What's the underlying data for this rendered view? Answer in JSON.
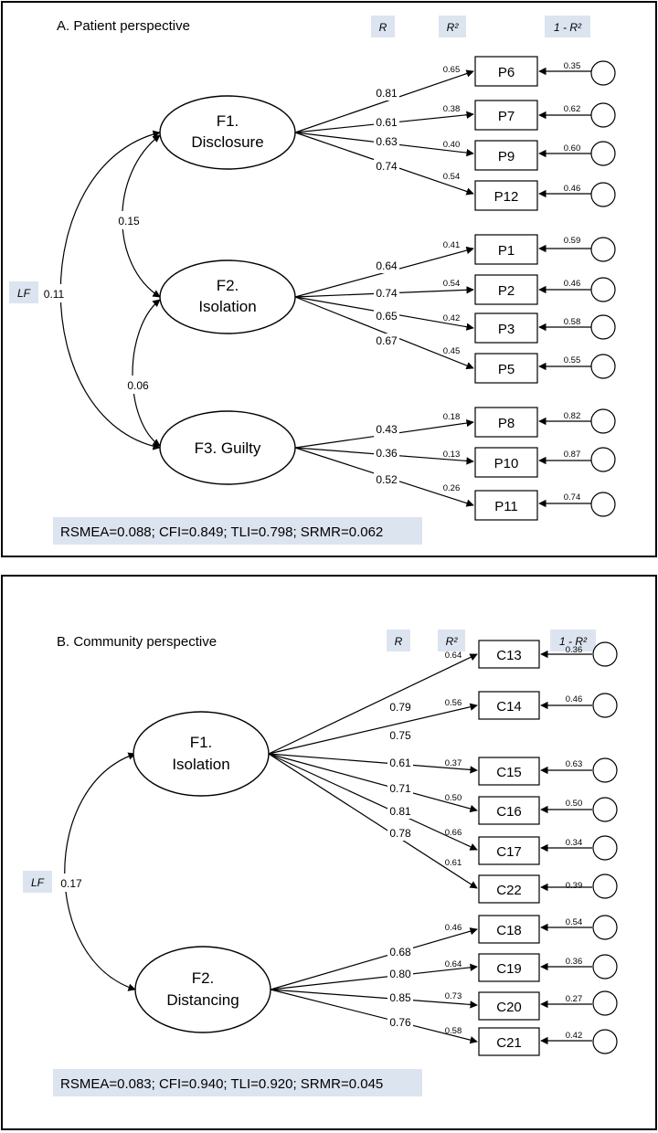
{
  "panels": [
    {
      "title": "A. Patient perspective",
      "headers": {
        "r": "R",
        "r2": "R²",
        "resid": "1 - R²"
      },
      "lf_label": "LF",
      "fit": "RSMEA=0.088; CFI=0.849; TLI=0.798; SRMR=0.062",
      "factors": [
        {
          "id": "pF1",
          "lines": [
            "F1.",
            "Disclosure"
          ]
        },
        {
          "id": "pF2",
          "lines": [
            "F2.",
            "Isolation"
          ]
        },
        {
          "id": "pF3",
          "lines": [
            "F3. Guilty"
          ]
        }
      ],
      "correlations": [
        {
          "from": "F1",
          "to": "F3",
          "value": "0.11"
        },
        {
          "from": "F1",
          "to": "F2",
          "value": "0.15"
        },
        {
          "from": "F2",
          "to": "F3",
          "value": "0.06"
        }
      ],
      "items": [
        {
          "label": "P6",
          "factor": "F1",
          "r": "0.81",
          "r2": "0.65",
          "resid": "0.35"
        },
        {
          "label": "P7",
          "factor": "F1",
          "r": "0.61",
          "r2": "0.38",
          "resid": "0.62"
        },
        {
          "label": "P9",
          "factor": "F1",
          "r": "0.63",
          "r2": "0.40",
          "resid": "0.60"
        },
        {
          "label": "P12",
          "factor": "F1",
          "r": "0.74",
          "r2": "0.54",
          "resid": "0.46"
        },
        {
          "label": "P1",
          "factor": "F2",
          "r": "0.64",
          "r2": "0.41",
          "resid": "0.59"
        },
        {
          "label": "P2",
          "factor": "F2",
          "r": "0.74",
          "r2": "0.54",
          "resid": "0.46"
        },
        {
          "label": "P3",
          "factor": "F2",
          "r": "0.65",
          "r2": "0.42",
          "resid": "0.58"
        },
        {
          "label": "P5",
          "factor": "F2",
          "r": "0.67",
          "r2": "0.45",
          "resid": "0.55"
        },
        {
          "label": "P8",
          "factor": "F3",
          "r": "0.43",
          "r2": "0.18",
          "resid": "0.82"
        },
        {
          "label": "P10",
          "factor": "F3",
          "r": "0.36",
          "r2": "0.13",
          "resid": "0.87"
        },
        {
          "label": "P11",
          "factor": "F3",
          "r": "0.52",
          "r2": "0.26",
          "resid": "0.74"
        }
      ]
    },
    {
      "title": "B. Community perspective",
      "headers": {
        "r": "R",
        "r2": "R²",
        "resid": "1 - R²"
      },
      "lf_label": "LF",
      "fit": "RSMEA=0.083; CFI=0.940; TLI=0.920; SRMR=0.045",
      "factors": [
        {
          "id": "cF1",
          "lines": [
            "F1.",
            "Isolation"
          ]
        },
        {
          "id": "cF2",
          "lines": [
            "F2.",
            "Distancing"
          ]
        }
      ],
      "correlations": [
        {
          "from": "F1",
          "to": "F2",
          "value": "0.17"
        }
      ],
      "items": [
        {
          "label": "C13",
          "factor": "F1",
          "r": "0.79",
          "r2": "0.64",
          "resid": "0.36"
        },
        {
          "label": "C14",
          "factor": "F1",
          "r": "0.75",
          "r2": "0.56",
          "resid": "0.46"
        },
        {
          "label": "C15",
          "factor": "F1",
          "r": "0.61",
          "r2": "0.37",
          "resid": "0.63"
        },
        {
          "label": "C16",
          "factor": "F1",
          "r": "0.71",
          "r2": "0.50",
          "resid": "0.50"
        },
        {
          "label": "C17",
          "factor": "F1",
          "r": "0.81",
          "r2": "0.66",
          "resid": "0.34"
        },
        {
          "label": "C22",
          "factor": "F1",
          "r": "0.78",
          "r2": "0.61",
          "resid": "0.39"
        },
        {
          "label": "C18",
          "factor": "F2",
          "r": "0.68",
          "r2": "0.46",
          "resid": "0.54"
        },
        {
          "label": "C19",
          "factor": "F2",
          "r": "0.80",
          "r2": "0.64",
          "resid": "0.36"
        },
        {
          "label": "C20",
          "factor": "F2",
          "r": "0.85",
          "r2": "0.73",
          "resid": "0.27"
        },
        {
          "label": "C21",
          "factor": "F2",
          "r": "0.76",
          "r2": "0.58",
          "resid": "0.42"
        }
      ]
    }
  ],
  "colors": {
    "highlight": "#dce4f0",
    "stroke": "#000000"
  }
}
